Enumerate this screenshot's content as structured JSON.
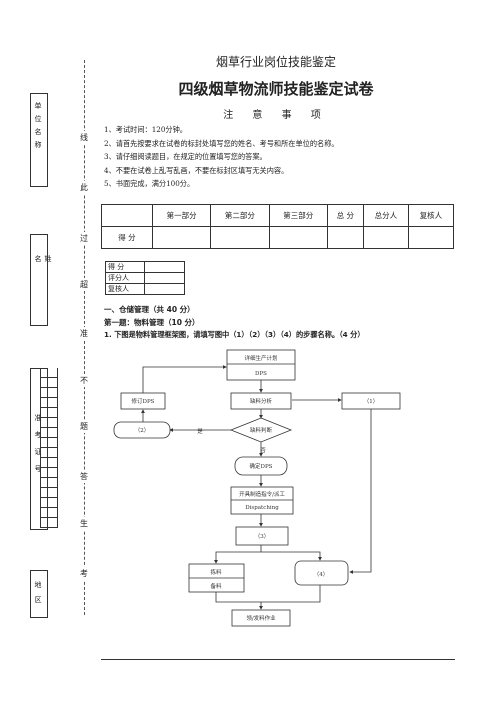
{
  "header": {
    "title1": "烟草行业岗位技能鉴定",
    "title2": "四级烟草物流师技能鉴定试卷",
    "title3": "注 意 事 项"
  },
  "notes": [
    "1、考试时间：120分钟。",
    "2、请首先按要求在试卷的标封处填写您的姓名、考号和所在单位的名称。",
    "3、请仔细阅读题目，在规定的位置填写您的答案。",
    "4、不要在试卷上乱写乱画，不要在标封区填写无关内容。",
    "5、书面完成，满分100分。"
  ],
  "score_table": {
    "headers": [
      "",
      "第一部分",
      "第二部分",
      "第三部分",
      "总  分",
      "总分人",
      "复核人"
    ],
    "row_label": "得    分"
  },
  "grader_box": [
    "得    分",
    "评分人",
    "复核人"
  ],
  "side": {
    "unit": "单位名称",
    "name": "姓名",
    "exam_no": "准考证号",
    "region": "地区",
    "cut_words": [
      "线",
      "此",
      "过",
      "超",
      "准",
      "不",
      "题",
      "答",
      "生",
      "考"
    ]
  },
  "section": {
    "part": "一、仓储管理（共 40 分）",
    "question": "第一题：物料管理（10 分）",
    "prompt": "1. 下图是物料管理框架图，请填写图中（1）（2）（3）（4）的步骤名称。（4 分）"
  },
  "flow": {
    "plan": "详细生产计划",
    "dps": "DPS",
    "revise": "修订DPS",
    "shortage": "缺料分析",
    "judge": "缺料判断",
    "confirm": "确定DPS",
    "dispatch": "开具制造指令/派工",
    "dispatching": "Dispatching",
    "blank1": "（1）",
    "blank2": "（2）",
    "blank3": "（3）",
    "blank4": "（4）",
    "yes": "是",
    "no": "否",
    "pick": "拣料",
    "prep": "备料",
    "issue": "领/发料作业"
  }
}
